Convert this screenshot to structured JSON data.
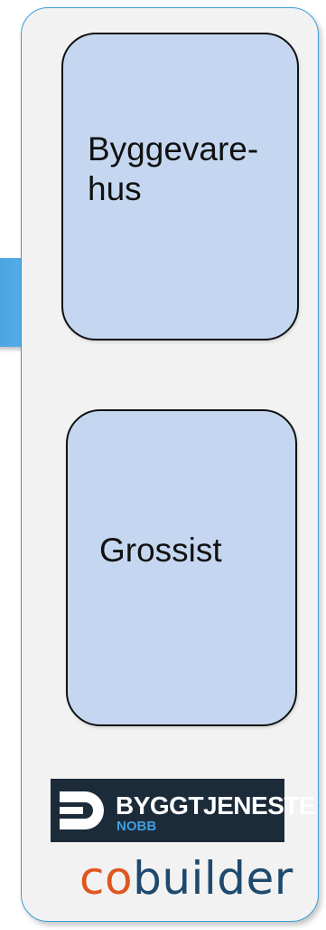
{
  "cards": [
    {
      "label": "Byggevare-\nhus"
    },
    {
      "label": "Grossist"
    }
  ],
  "logos": {
    "byggtjeneste": {
      "name": "BYGGTJENESTE",
      "sub": "NOBB"
    },
    "cobuilder": {
      "prefix": "co",
      "rest": "builder"
    }
  },
  "colors": {
    "panel_border": "#3b9fd8",
    "card_fill": "#c5d7f0",
    "connector": "#4aa3e0",
    "cobuilder_orange": "#e0561e",
    "cobuilder_navy": "#1f4a6e",
    "byggtjeneste_bg": "#1c2b3a",
    "byggtjeneste_accent": "#3ea0e0"
  }
}
